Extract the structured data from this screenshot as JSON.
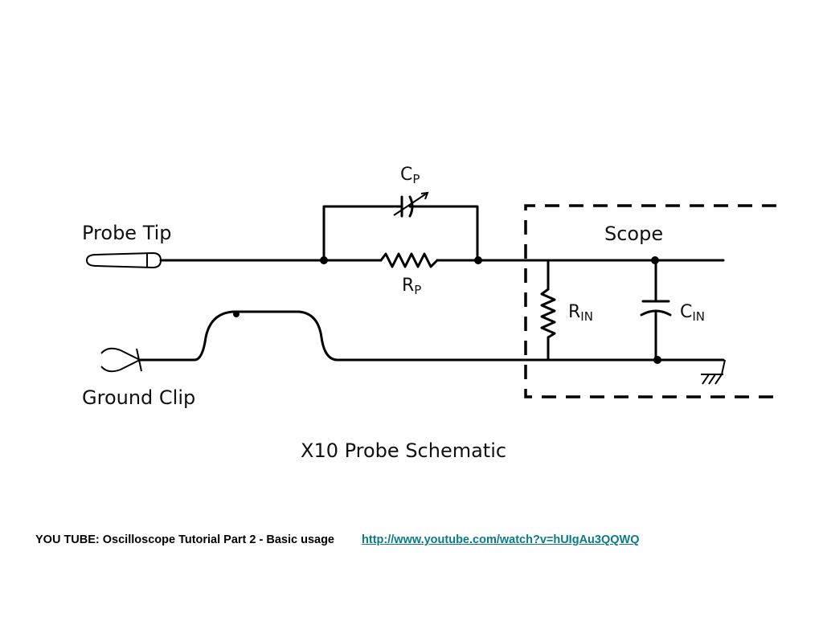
{
  "diagram": {
    "title": "X10 Probe Schematic",
    "labels": {
      "probe_tip": "Probe Tip",
      "ground_clip": "Ground Clip",
      "scope": "Scope",
      "cp_main": "C",
      "cp_sub": "P",
      "rp_main": "R",
      "rp_sub": "P",
      "rin_main": "R",
      "rin_sub": "IN",
      "cin_main": "C",
      "cin_sub": "IN"
    }
  },
  "footer": {
    "text": "YOU TUBE: Oscilloscope Tutorial Part 2 - Basic usage",
    "link": "http://www.youtube.com/watch?v=hUIgAu3QQWQ"
  },
  "colors": {
    "link": "#0b7a84",
    "ink": "#000000"
  }
}
